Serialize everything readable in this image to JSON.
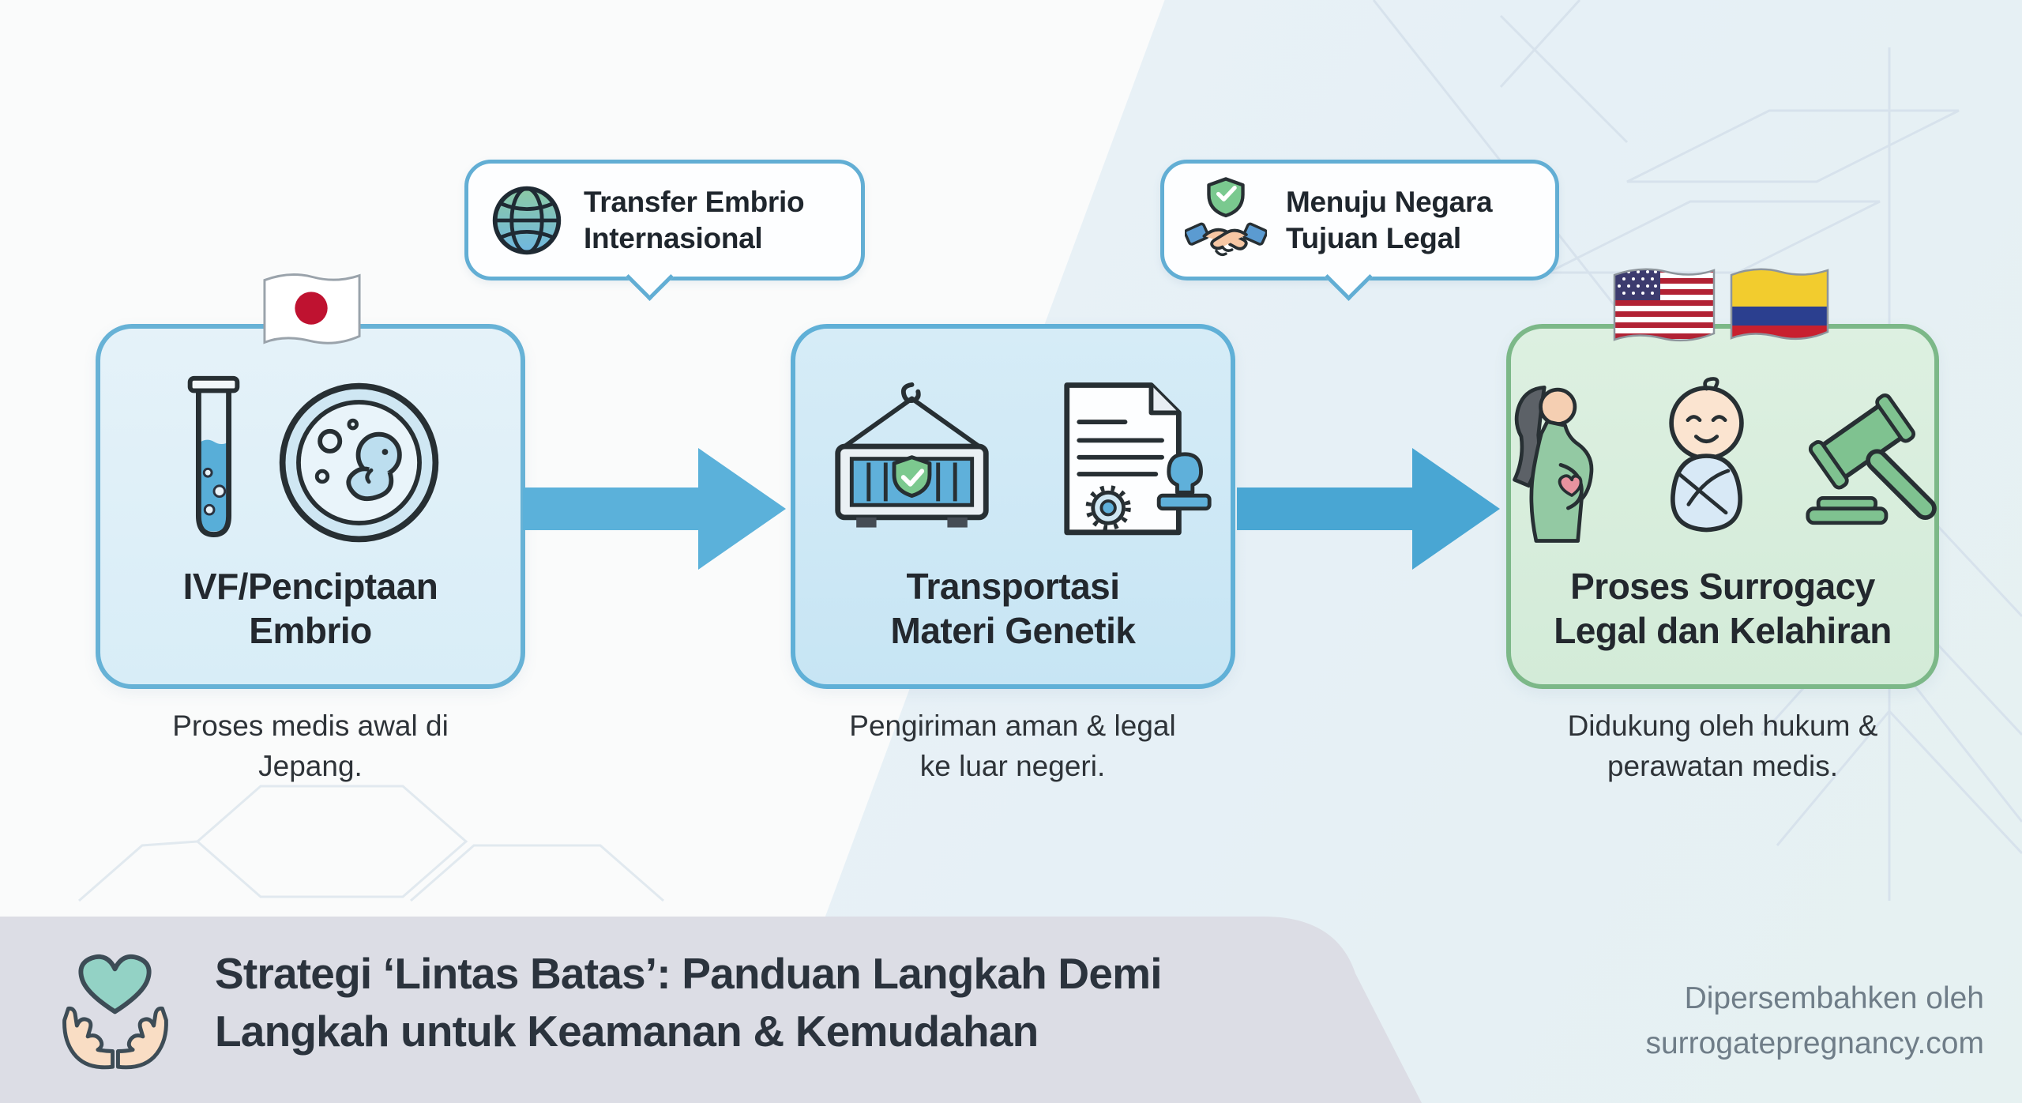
{
  "steps": [
    {
      "title_lines": [
        "IVF/Penciptaan",
        "Embrio"
      ],
      "subtitle": "Proses medis awal di Jepang.",
      "flag": "Japan",
      "icons": [
        "test-tube-icon",
        "embryo-petri-dish-icon"
      ]
    },
    {
      "title_lines": [
        "Transportasi",
        "Materi Genetik"
      ],
      "subtitle": "Pengiriman aman & legal ke luar negeri.",
      "icons": [
        "secure-cargo-container-icon",
        "legal-document-stamp-icon"
      ]
    },
    {
      "title_lines": [
        "Proses Surrogacy",
        "Legal dan Kelahiran"
      ],
      "subtitle": "Didukung oleh hukum & perawatan medis.",
      "flags": [
        "United States",
        "Colombia"
      ],
      "icons": [
        "pregnant-woman-icon",
        "newborn-baby-icon",
        "gavel-icon"
      ]
    }
  ],
  "callouts": [
    {
      "lines": [
        "Transfer Embrio",
        "Internasional"
      ],
      "icon": "globe-icon"
    },
    {
      "lines": [
        "Menuju Negara",
        "Tujuan Legal"
      ],
      "icon": "handshake-shield-icon"
    }
  ],
  "footer": {
    "title_lines": [
      "Strategi ‘Lintas Batas’: Panduan Langkah Demi",
      "Langkah untuk Keamanan & Kemudahan"
    ],
    "credit_lines": [
      "Dipersembahken oleh",
      "surrogatepregnancy.com"
    ],
    "logo": "hands-holding-heart-icon"
  },
  "colors": {
    "background_left": "#fafbfb",
    "background_right": "#e7f1f6",
    "step_blue_fill": "#d8edf7",
    "step_blue_border": "#67b2d6",
    "step_blue2_fill": "#c7e5f4",
    "step_green_fill": "#d9eedd",
    "step_green_border": "#7cb888",
    "arrow_blue": "#54acd7",
    "callout_border": "#62aed4",
    "footer_band": "#dcdde5",
    "title_text": "#23282e",
    "credit_text": "#6f7d88",
    "japan_flag_red": "#bf1230",
    "shield_green": "#7cc98f"
  }
}
